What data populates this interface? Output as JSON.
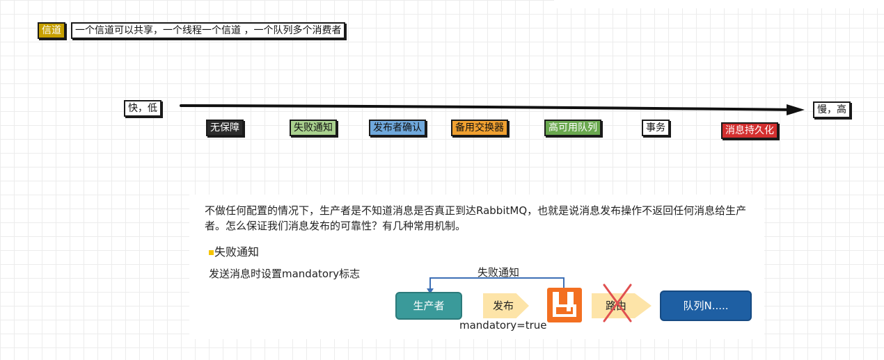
{
  "channel": {
    "tag": "信道",
    "description": "一个信道可以共享，一个线程一个信道 ，一个队列多个消费者",
    "tag_color": "#c7a000"
  },
  "spectrum": {
    "left_label": "快，低",
    "right_label": "慢，高",
    "mechanisms": [
      {
        "label": "无保障",
        "color": "#2b2b2b",
        "text_color": "#ffffff"
      },
      {
        "label": "失败通知",
        "color": "#a9d18e",
        "text_color": "#111111"
      },
      {
        "label": "发布者确认",
        "color": "#6fa8dc",
        "text_color": "#111111"
      },
      {
        "label": "备用交换器",
        "color": "#f0a030",
        "text_color": "#111111"
      },
      {
        "label": "高可用队列",
        "color": "#6aa84f",
        "text_color": "#ffffff"
      },
      {
        "label": "事务",
        "color": "#ffffff",
        "text_color": "#111111"
      },
      {
        "label": "消息持久化",
        "color": "#d32f2f",
        "text_color": "#ffffff"
      }
    ]
  },
  "panel": {
    "intro": "不做任何配置的情况下，生产者是不知道消息是否真正到达RabbitMQ，也就是说消息发布操作不返回任何消息给生产者。怎么保证我们消息发布的可靠性？有几种常用机制。",
    "section_title": "失败通知",
    "section_bullet_color": "#f5c400",
    "section_desc": "发送消息时设置mandatory标志",
    "flow": {
      "feedback_label": "失败通知",
      "producer": "生产者",
      "publish": "发布",
      "route": "路由",
      "queue": "队列N.....",
      "mandatory": "mandatory=true",
      "producer_color": "#3a9a9a",
      "queue_color": "#1e5fa3",
      "rabbit_color": "#f36f21",
      "arrow_color": "#fde4a8",
      "cross_color": "#e05050"
    }
  }
}
